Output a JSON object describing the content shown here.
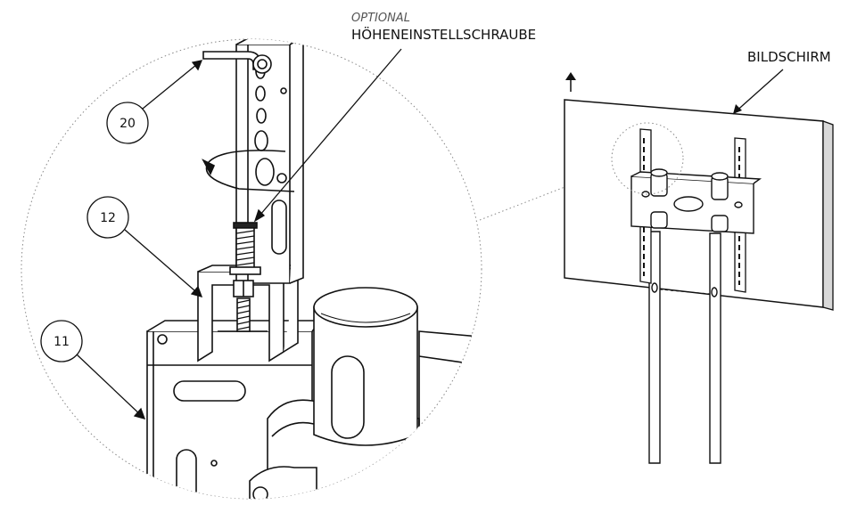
{
  "labels": {
    "optional": "OPTIONAL",
    "screw": "HÖHENEINSTELLSCHRAUBE",
    "screen": "BILDSCHIRM"
  },
  "callouts": {
    "c20": "20",
    "c12": "12",
    "c11": "11"
  },
  "colors": {
    "line": "#111111",
    "dotted": "#888888",
    "screen_edge": "#d9d9d9"
  }
}
